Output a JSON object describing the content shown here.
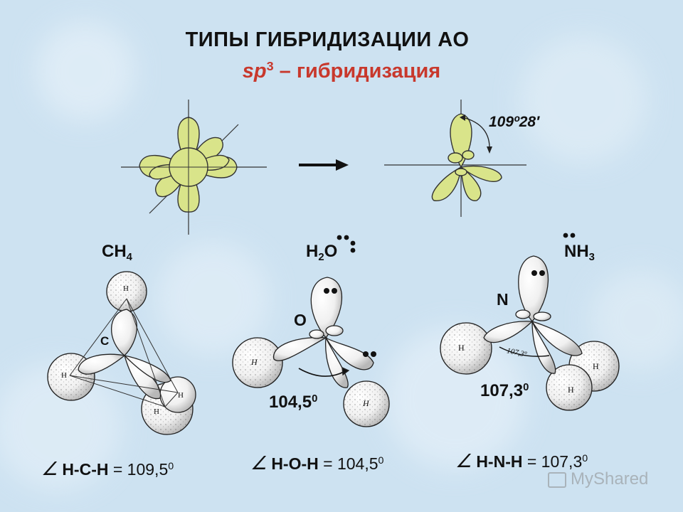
{
  "title": "ТИПЫ ГИБРИДИЗАЦИИ АО",
  "subtitle": {
    "main": "sp",
    "sup": "3",
    "rest": " – гибридизация"
  },
  "top_angle_label": "109º28′",
  "molecules": [
    {
      "name": "CH",
      "sub": "4",
      "center_atom": "C",
      "angle_label": "",
      "formula": {
        "sym": "∠",
        "bonds": "H-C-H",
        "eq": " = 109,5",
        "sup": "0"
      }
    },
    {
      "name": "H",
      "sub": "2",
      "name2": "O",
      "center_atom": "O",
      "angle_label": {
        "val": "104,5",
        "sup": "0"
      },
      "formula": {
        "sym": "∠",
        "bonds": "H-O-H",
        "eq": " = 104,5",
        "sup": "0"
      }
    },
    {
      "name": "NH",
      "sub": "3",
      "center_atom": "N",
      "angle_label": {
        "val": "107,3",
        "sup": "0"
      },
      "formula": {
        "sym": "∠",
        "bonds": "H-N-H",
        "eq": " = 107,3",
        "sup": "0"
      }
    }
  ],
  "atom_H": "H",
  "inner_angle_label_nh3": "107,3º",
  "watermark": "MyShared",
  "colors": {
    "orbital": "#d9e48a",
    "title_red": "#c8382c",
    "background": "#cfe3f2"
  }
}
